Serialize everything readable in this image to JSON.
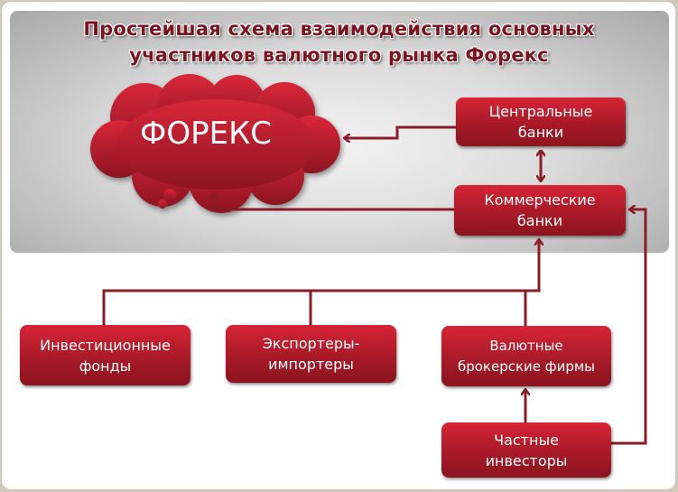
{
  "title": {
    "line1": "Простейшая схема взаимодействия основных",
    "line2": "участников валютного рынка Форекс"
  },
  "cloud": {
    "label": "ФОРЕКС"
  },
  "nodes": {
    "central_banks": "Центральные банки",
    "commercial_banks": "Коммерческие банки",
    "investment_funds": "Инвестиционные фонды",
    "exporters_importers": "Экспортеры-импортеры",
    "brokers": "Валютные брокерские фирмы",
    "private_investors": "Частные инвесторы"
  },
  "colors": {
    "accent": "#b01c2c",
    "connector": "#8a1c28"
  }
}
